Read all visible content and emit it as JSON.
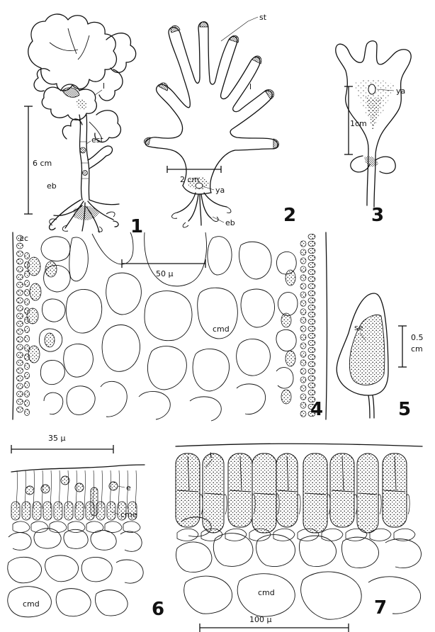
{
  "figures": [
    {
      "number": "1",
      "labels": [
        "est",
        "eb",
        "l"
      ],
      "scale": "6 cm"
    },
    {
      "number": "2",
      "labels": [
        "st",
        "l",
        "ya",
        "eb"
      ],
      "scale": "2 cm"
    },
    {
      "number": "3",
      "labels": [
        "ya"
      ],
      "scale": "1cm"
    },
    {
      "number": "4",
      "labels": [
        "cc",
        "cmd"
      ],
      "scale": "50 μ"
    },
    {
      "number": "5",
      "labels": [
        "se"
      ],
      "scale_line1": "0.5",
      "scale_line2": "cm"
    },
    {
      "number": "6",
      "labels": [
        "e",
        "cme",
        "cmd"
      ],
      "scale": "35 μ"
    },
    {
      "number": "7",
      "labels": [
        "t",
        "cmd"
      ],
      "scale": "100 μ"
    }
  ]
}
